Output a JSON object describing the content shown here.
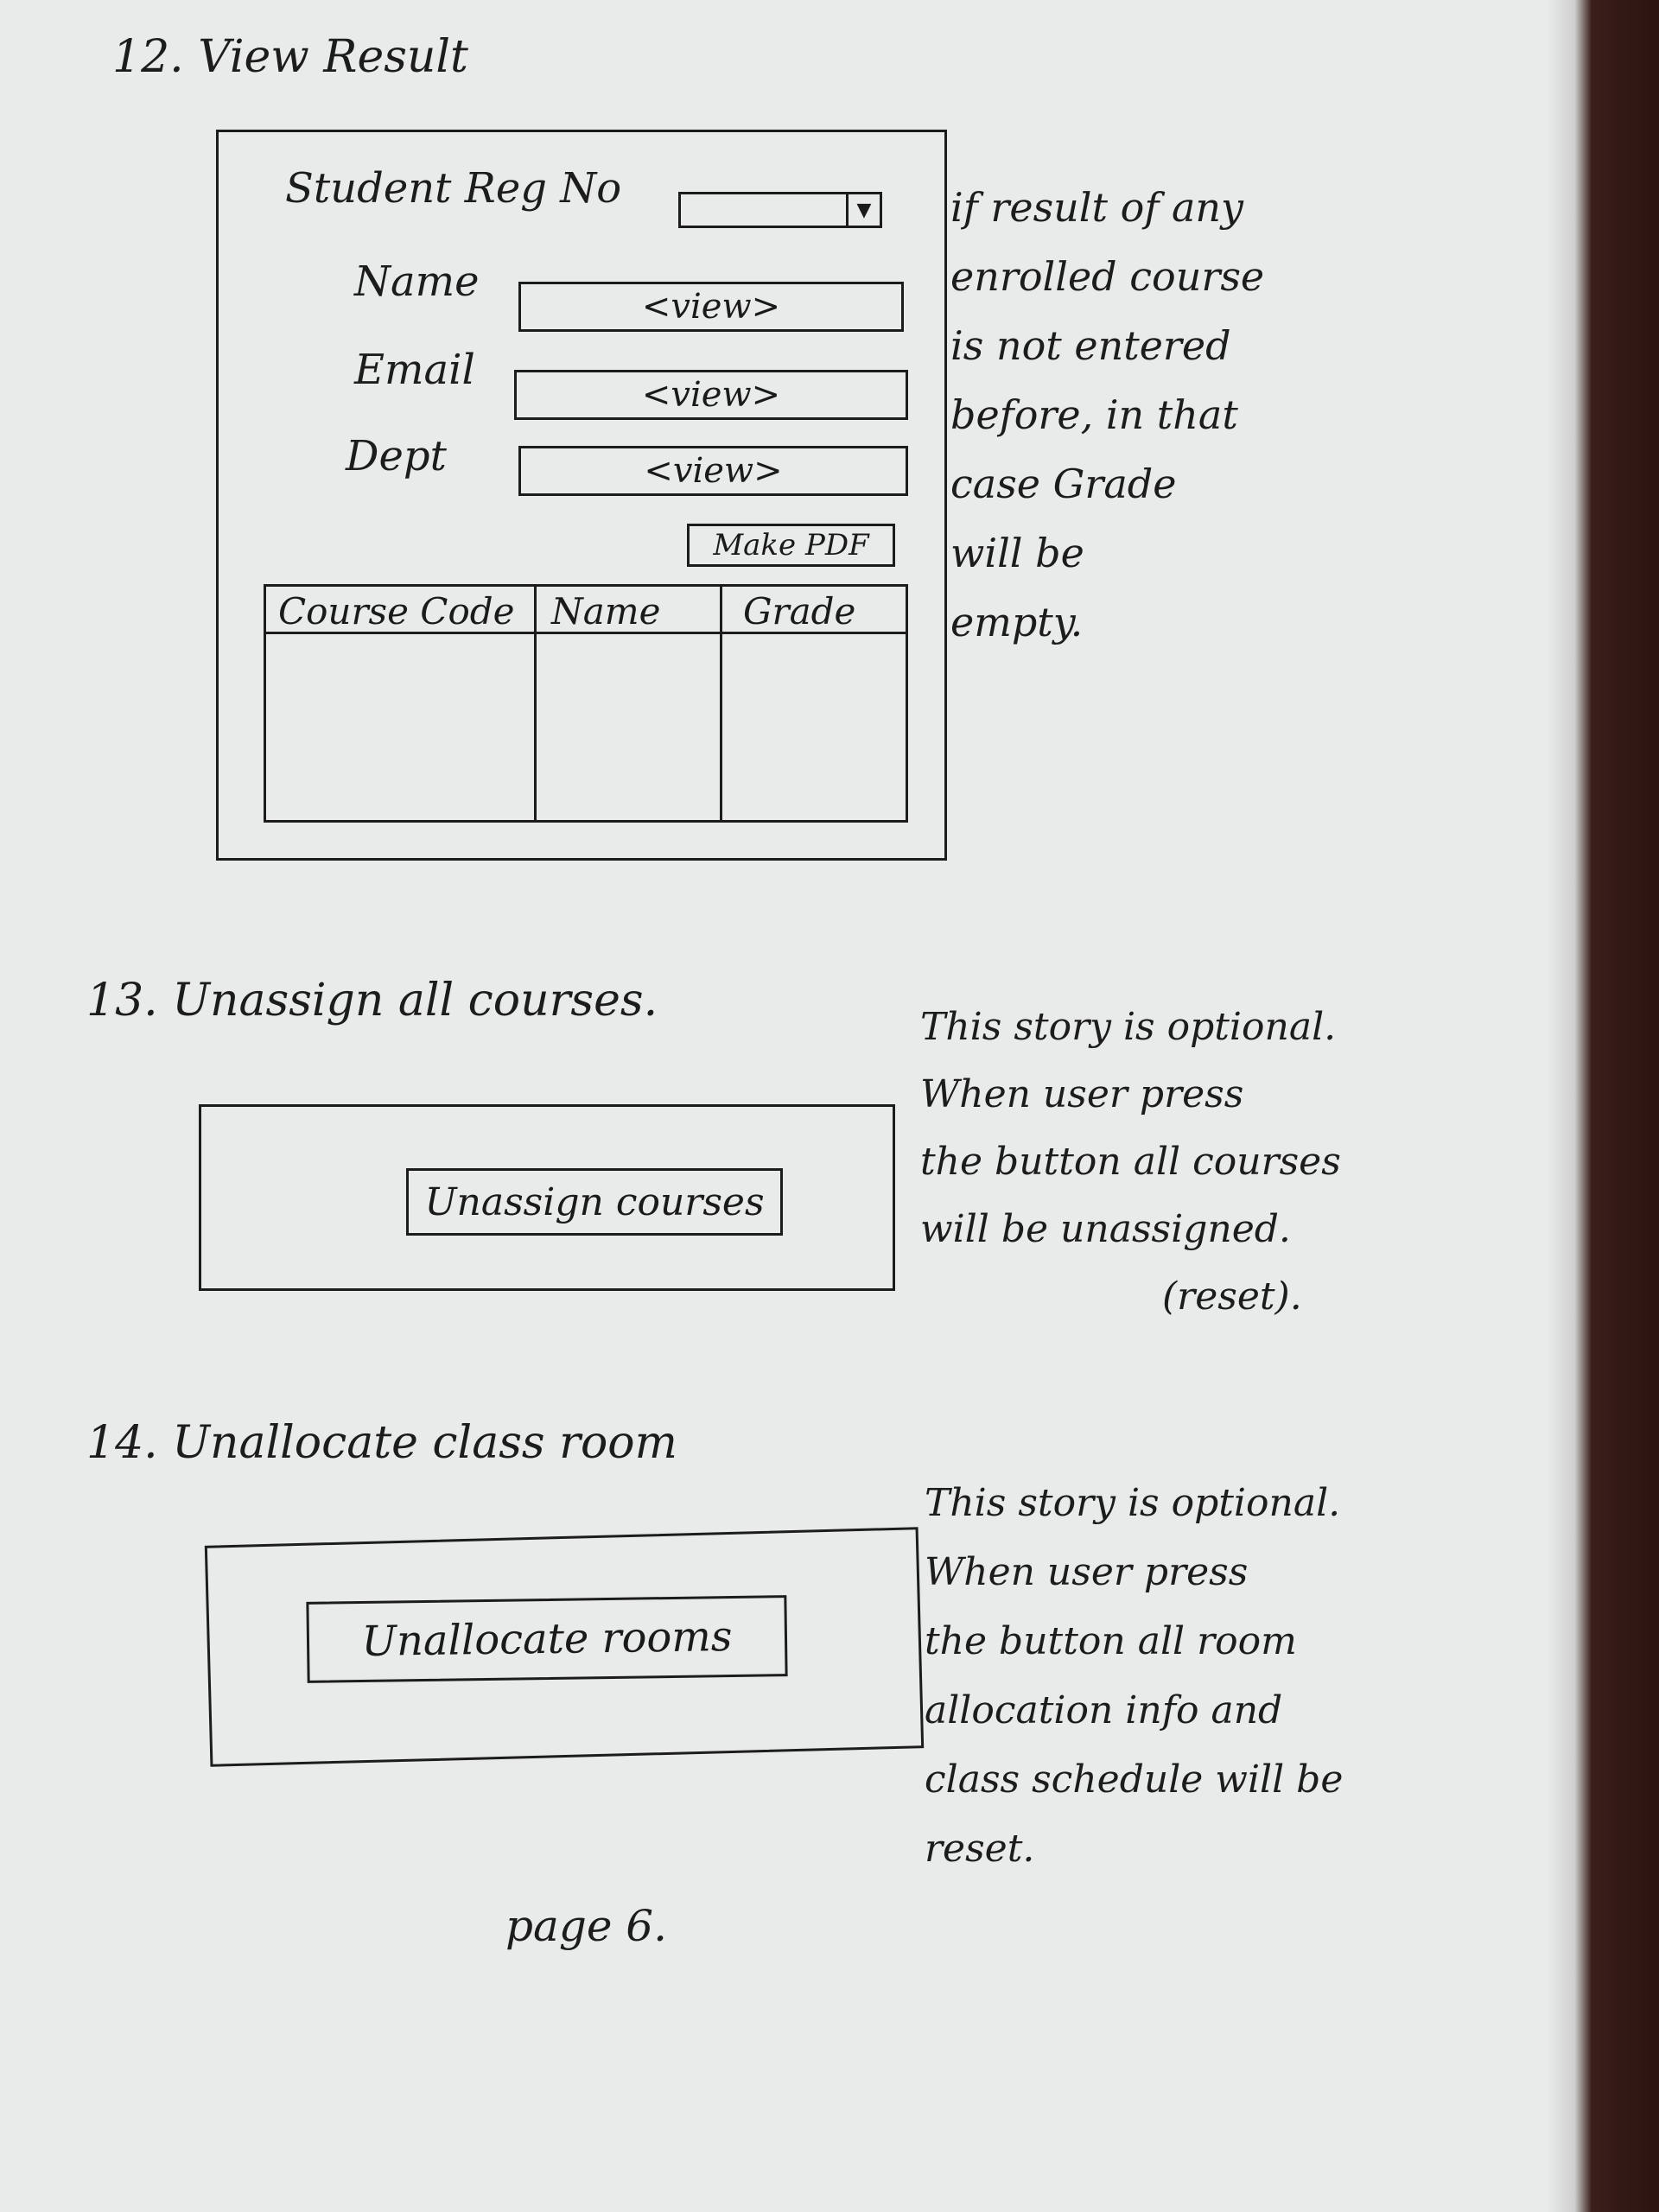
{
  "section12": {
    "heading": "12. View Result",
    "form": {
      "reg_label": "Student Reg No",
      "reg_dropdown_icon": "chevron-down-icon",
      "name_label": "Name",
      "name_value": "<view>",
      "email_label": "Email",
      "email_value": "<view>",
      "dept_label": "Dept",
      "dept_value": "<view>",
      "pdf_button": "Make PDF",
      "table_headers": [
        "Course Code",
        "Name",
        "Grade"
      ]
    },
    "note": [
      "if result of any",
      "enrolled course",
      "is not entered",
      "before, in that",
      "case Grade",
      "will be",
      "empty."
    ]
  },
  "section13": {
    "heading": "13. Unassign all courses.",
    "button": "Unassign courses",
    "note": [
      "This story is optional.",
      "When user press",
      "the button all courses",
      "will be unassigned.",
      "(reset)."
    ]
  },
  "section14": {
    "heading": "14. Unallocate class room",
    "button": "Unallocate rooms",
    "note": [
      "This story is optional.",
      "When user press",
      "the button all room",
      "allocation info and",
      "class schedule will be",
      "reset."
    ]
  },
  "footer": {
    "page": "page 6."
  }
}
